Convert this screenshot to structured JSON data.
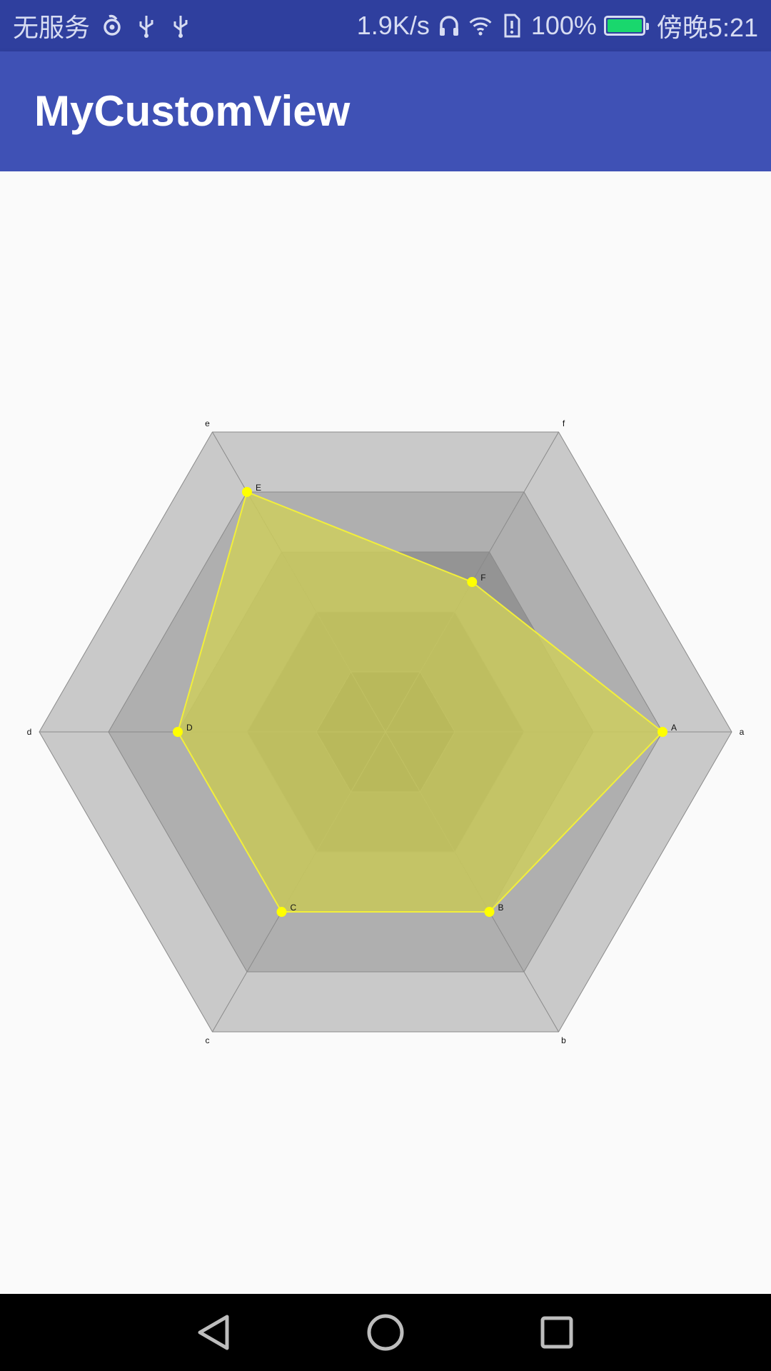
{
  "status_bar": {
    "carrier": "无服务",
    "net_speed": "1.9K/s",
    "battery_percent": "100%",
    "time": "傍晚5:21",
    "battery_level": 1.0,
    "icons": [
      "sync-icon",
      "usb-icon",
      "usb-icon",
      "headset-icon",
      "wifi-icon",
      "sim-alert-icon",
      "battery-charging-icon"
    ]
  },
  "app_bar": {
    "title": "MyCustomView"
  },
  "colors": {
    "status_bar": "#2f3f9e",
    "app_bar": "#3f51b5",
    "ring_outer": "#c9c9c9",
    "ring_inner": "#5f5f5f",
    "data_fill": "#cfd05a",
    "data_stroke": "#f2ef3a",
    "data_point": "#ffff00"
  },
  "chart_data": {
    "type": "radar",
    "axes": [
      "a",
      "b",
      "c",
      "d",
      "e",
      "f"
    ],
    "levels": 5,
    "max_value": 5,
    "point_labels": [
      "A",
      "B",
      "C",
      "D",
      "E",
      "F"
    ],
    "values": [
      4.0,
      3.0,
      3.0,
      3.0,
      4.0,
      2.5
    ]
  },
  "nav_bar": {
    "buttons": [
      "back-icon",
      "home-icon",
      "recents-icon"
    ]
  }
}
